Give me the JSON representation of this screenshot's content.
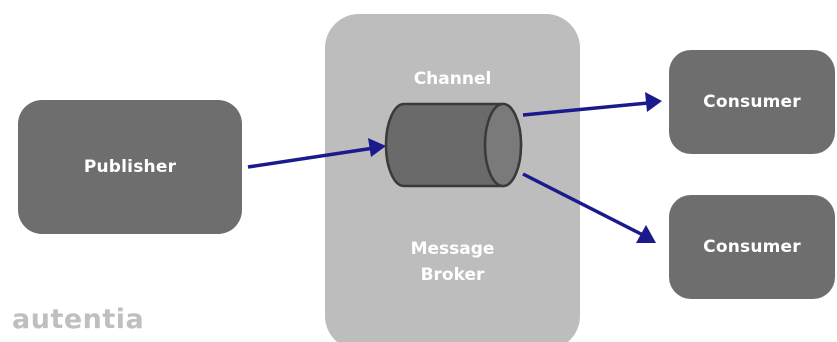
{
  "publisher": {
    "label": "Publisher"
  },
  "broker": {
    "channel_label": "Channel",
    "broker_label_line1": "Message",
    "broker_label_line2": "Broker"
  },
  "consumers": [
    {
      "label": "Consumer"
    },
    {
      "label": "Consumer"
    }
  ],
  "logo": {
    "text": "autentia"
  },
  "colors": {
    "node_fill": "#6e6e6e",
    "broker_fill": "#bdbdbd",
    "arrow": "#1a1a8c",
    "logo": "#bfbfbf"
  }
}
